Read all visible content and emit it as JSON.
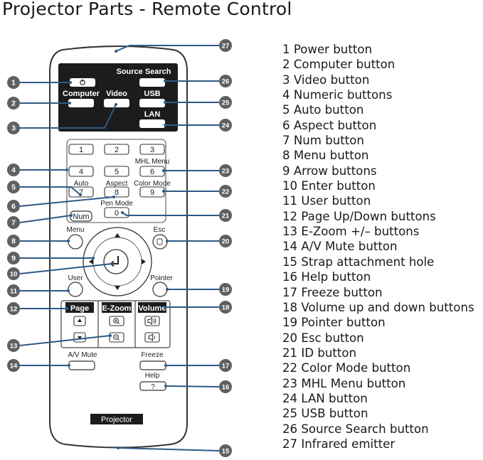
{
  "title": "Projector Parts - Remote Control",
  "remote": {
    "source_search": "Source Search",
    "computer": "Computer",
    "video": "Video",
    "usb": "USB",
    "lan": "LAN",
    "num_keys": [
      "1",
      "2",
      "3",
      "4",
      "5",
      "6",
      "7",
      "8",
      "9",
      "0"
    ],
    "mhl_menu": "MHL Menu",
    "auto": "Auto",
    "aspect": "Aspect",
    "color_mode": "Color Mode",
    "pen_mode": "Pen Mode",
    "num": "Num",
    "menu": "Menu",
    "esc": "Esc",
    "user": "User",
    "pointer": "Pointer",
    "page": "Page",
    "ezoom": "E-Zoom",
    "volume": "Volume",
    "av_mute": "A/V Mute",
    "freeze": "Freeze",
    "help": "Help",
    "help_symbol": "?",
    "projector": "Projector"
  },
  "callout_numbers": [
    "1",
    "2",
    "3",
    "4",
    "5",
    "6",
    "7",
    "8",
    "9",
    "10",
    "11",
    "12",
    "13",
    "14",
    "15",
    "16",
    "17",
    "18",
    "19",
    "20",
    "21",
    "22",
    "23",
    "24",
    "25",
    "26",
    "27"
  ],
  "legend": [
    "1 Power button",
    "2 Computer button",
    "3 Video button",
    "4 Numeric buttons",
    "5 Auto button",
    "6 Aspect button",
    "7 Num button",
    "8 Menu button",
    "9 Arrow buttons",
    "10 Enter button",
    "11 User button",
    "12 Page Up/Down buttons",
    "13 E-Zoom +/– buttons",
    "14 A/V Mute button",
    "15 Strap attachment hole",
    "16 Help button",
    "17 Freeze button",
    "18 Volume up and down buttons",
    "19 Pointer button",
    "20 Esc button",
    "21 ID button",
    "22 Color Mode button",
    "23 MHL Menu button",
    "24 LAN button",
    "25 USB button",
    "26 Source Search button",
    "27 Infrared emitter"
  ],
  "colors": {
    "callout_line": "#2d5a85",
    "callout_badge": "#5f6062",
    "panel": "#1c1c1c",
    "outline": "#444444"
  }
}
